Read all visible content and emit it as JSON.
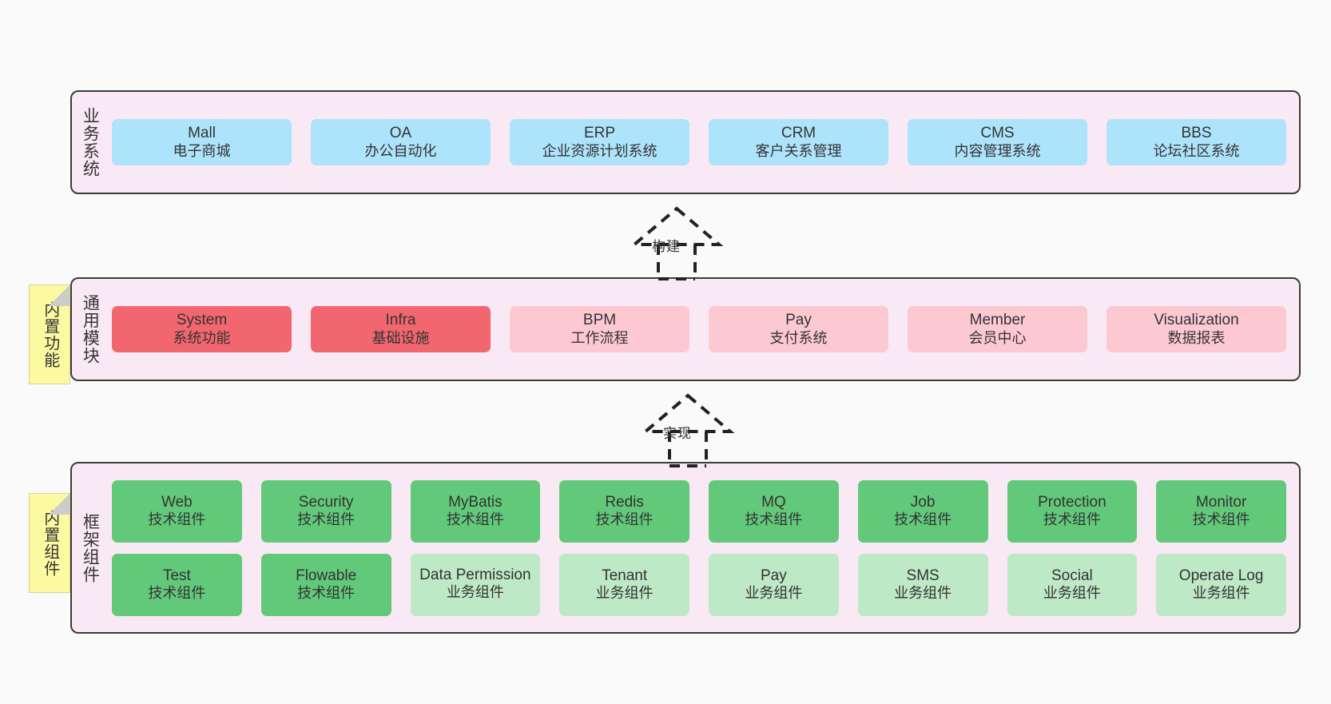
{
  "diagram": {
    "background_color": "#fafafa",
    "layer_fill": "#f9e9f4",
    "layer_border": "#3b3b3b",
    "note_fill": "#fcfaa0",
    "colors": {
      "blue": "#ade3fb",
      "red": "#f2676f",
      "pink": "#fcc9d2",
      "green": "#63c97a",
      "light_green": "#bee9c6"
    }
  },
  "layers": [
    {
      "id": "business",
      "title": "业务系统",
      "note": null,
      "rows": [
        {
          "nodes": [
            {
              "title": "Mall",
              "sub": "电子商城",
              "color": "blue"
            },
            {
              "title": "OA",
              "sub": "办公自动化",
              "color": "blue"
            },
            {
              "title": "ERP",
              "sub": "企业资源计划系统",
              "color": "blue"
            },
            {
              "title": "CRM",
              "sub": "客户关系管理",
              "color": "blue"
            },
            {
              "title": "CMS",
              "sub": "内容管理系统",
              "color": "blue"
            },
            {
              "title": "BBS",
              "sub": "论坛社区系统",
              "color": "blue"
            }
          ]
        }
      ]
    },
    {
      "id": "common-module",
      "title": "通用模块",
      "note": "内置功能",
      "rows": [
        {
          "nodes": [
            {
              "title": "System",
              "sub": "系统功能",
              "color": "red"
            },
            {
              "title": "Infra",
              "sub": "基础设施",
              "color": "red"
            },
            {
              "title": "BPM",
              "sub": "工作流程",
              "color": "pink"
            },
            {
              "title": "Pay",
              "sub": "支付系统",
              "color": "pink"
            },
            {
              "title": "Member",
              "sub": "会员中心",
              "color": "pink"
            },
            {
              "title": "Visualization",
              "sub": "数据报表",
              "color": "pink"
            }
          ]
        }
      ]
    },
    {
      "id": "framework",
      "title": "框架组件",
      "note": "内置组件",
      "rows": [
        {
          "nodes": [
            {
              "title": "Web",
              "sub": "技术组件",
              "color": "green"
            },
            {
              "title": "Security",
              "sub": "技术组件",
              "color": "green"
            },
            {
              "title": "MyBatis",
              "sub": "技术组件",
              "color": "green"
            },
            {
              "title": "Redis",
              "sub": "技术组件",
              "color": "green"
            },
            {
              "title": "MQ",
              "sub": "技术组件",
              "color": "green"
            },
            {
              "title": "Job",
              "sub": "技术组件",
              "color": "green"
            },
            {
              "title": "Protection",
              "sub": "技术组件",
              "color": "green"
            },
            {
              "title": "Monitor",
              "sub": "技术组件",
              "color": "green"
            }
          ]
        },
        {
          "nodes": [
            {
              "title": "Test",
              "sub": "技术组件",
              "color": "green"
            },
            {
              "title": "Flowable",
              "sub": "技术组件",
              "color": "green"
            },
            {
              "title": "Data Permission",
              "sub": "业务组件",
              "color": "light_green"
            },
            {
              "title": "Tenant",
              "sub": "业务组件",
              "color": "light_green"
            },
            {
              "title": "Pay",
              "sub": "业务组件",
              "color": "light_green"
            },
            {
              "title": "SMS",
              "sub": "业务组件",
              "color": "light_green"
            },
            {
              "title": "Social",
              "sub": "业务组件",
              "color": "light_green"
            },
            {
              "title": "Operate Log",
              "sub": "业务组件",
              "color": "light_green"
            }
          ]
        }
      ]
    }
  ],
  "connectors": [
    {
      "id": "build",
      "label": "构建",
      "from": "common-module",
      "to": "business"
    },
    {
      "id": "implement",
      "label": "实现",
      "from": "framework",
      "to": "common-module"
    }
  ]
}
